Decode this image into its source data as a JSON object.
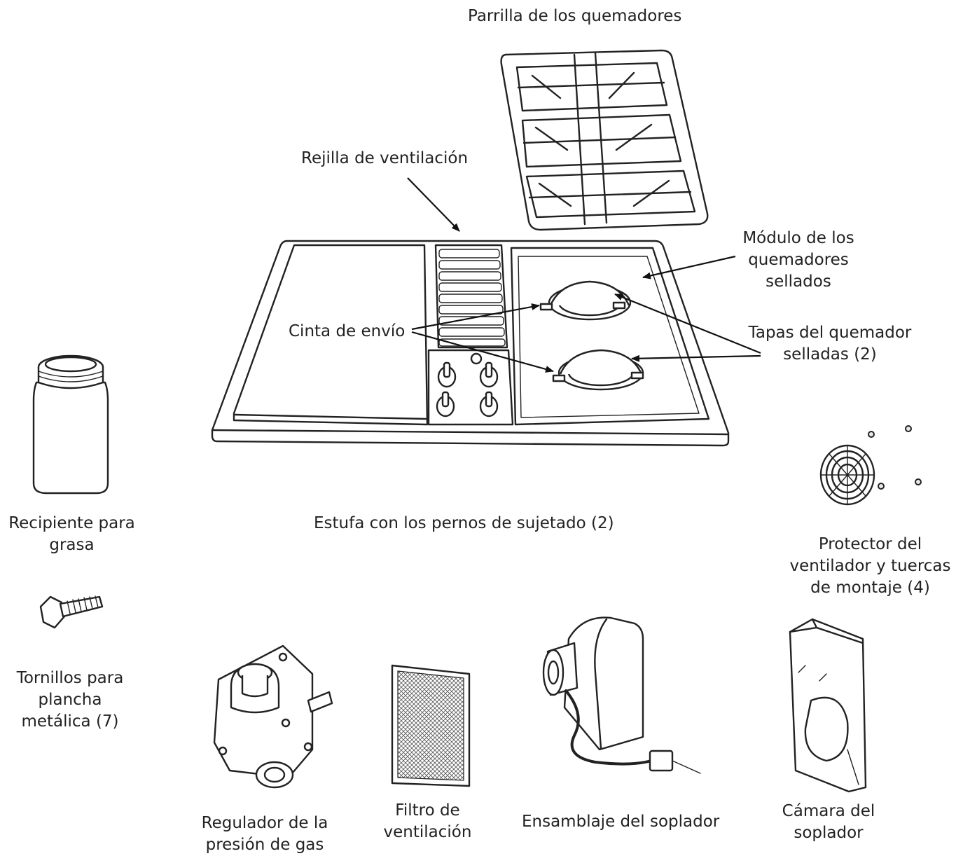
{
  "labels": {
    "parrilla": "Parrilla de los quemadores",
    "rejilla": "Rejilla de ventilación",
    "modulo": "Módulo de los quemadores sellados",
    "cinta": "Cinta de envío",
    "tapas": "Tapas del quemador selladas (2)",
    "estufa": "Estufa con los pernos de sujetado (2)",
    "recipiente": "Recipiente para grasa",
    "tornillos": "Tornillos para plancha metálica (7)",
    "protector": "Protector del ventilador y tuercas de montaje (4)",
    "regulador": "Regulador de la presión de gas",
    "filtro": "Filtro de ventilación",
    "ensamblaje": "Ensamblaje del soplador",
    "camara": "Cámara del soplador"
  }
}
